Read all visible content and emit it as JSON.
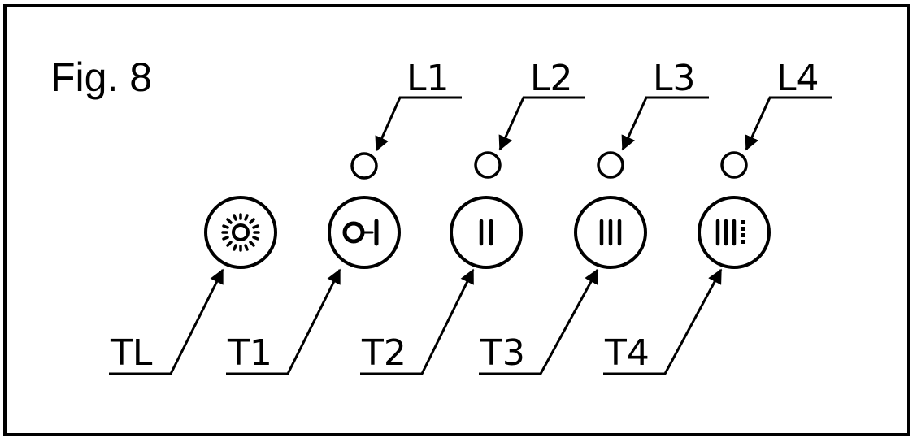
{
  "figure": {
    "title": "Fig. 8",
    "indicator_labels": [
      "L1",
      "L2",
      "L3",
      "L4"
    ],
    "button_labels": [
      "TL",
      "T1",
      "T2",
      "T3",
      "T4"
    ],
    "buttons": [
      {
        "icon": "light-icon"
      },
      {
        "icon": "power-on-off-icon"
      },
      {
        "icon": "level-2-icon"
      },
      {
        "icon": "level-3-icon"
      },
      {
        "icon": "level-4-icon"
      }
    ],
    "colors": {
      "line": "#000000",
      "background": "#ffffff"
    }
  }
}
